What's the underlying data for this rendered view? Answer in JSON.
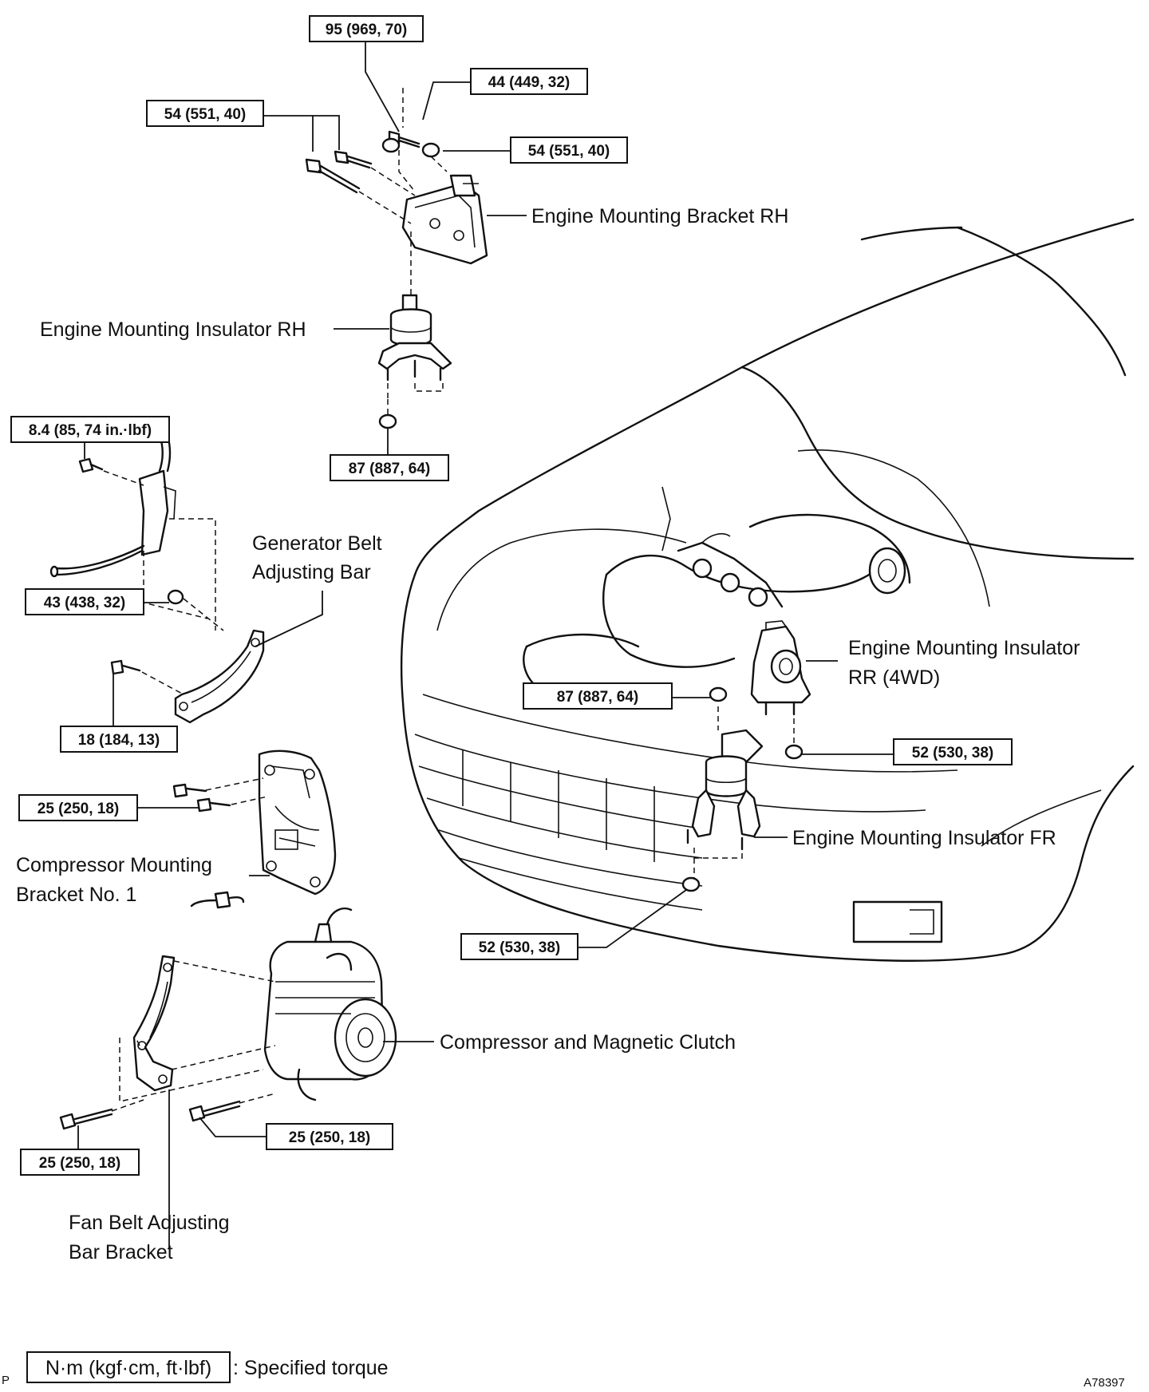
{
  "torque_labels": {
    "t1": "95 (969, 70)",
    "t2": "44 (449, 32)",
    "t3": "54 (551, 40)",
    "t4": "54 (551, 40)",
    "t5": "87 (887, 64)",
    "t6": "8.4 (85, 74 in.·lbf)",
    "t7": "43 (438, 32)",
    "t8": "18 (184, 13)",
    "t9": "25 (250, 18)",
    "t10": "87 (887, 64)",
    "t11": "52 (530, 38)",
    "t12": "52 (530, 38)",
    "t13": "25 (250, 18)",
    "t14": "25 (250, 18)"
  },
  "part_labels": {
    "bracket_rh": "Engine Mounting Bracket RH",
    "insulator_rh": "Engine Mounting Insulator RH",
    "generator_bar_1": "Generator Belt",
    "generator_bar_2": "Adjusting Bar",
    "insulator_rr_1": "Engine Mounting Insulator",
    "insulator_rr_2": "RR (4WD)",
    "insulator_fr": "Engine Mounting Insulator FR",
    "compressor_bracket_1": "Compressor Mounting",
    "compressor_bracket_2": "Bracket No. 1",
    "compressor_clutch": "Compressor and Magnetic Clutch",
    "fan_bar_1": "Fan Belt Adjusting",
    "fan_bar_2": "Bar Bracket"
  },
  "legend": {
    "unit": "N·m (kgf·cm, ft·lbf)",
    "text": ": Specified torque"
  },
  "corner_left": "P",
  "figure_id": "A78397"
}
